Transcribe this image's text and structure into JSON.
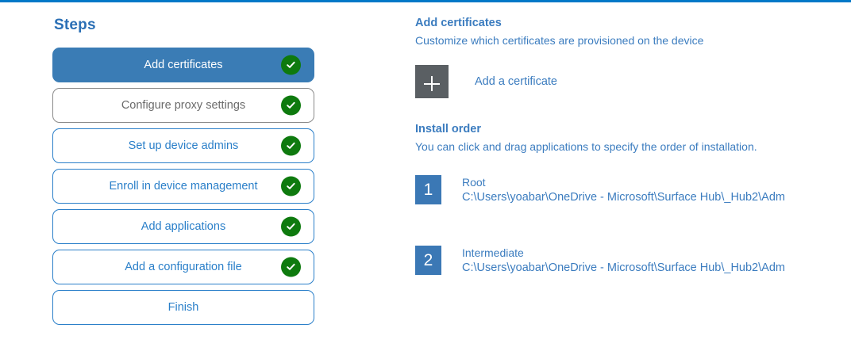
{
  "theme": {
    "accent_bar_color": "#0078c8",
    "active_step_color": "#3a7cb5",
    "link_blue": "#3b7cbf",
    "check_green": "#0e7a0e",
    "plus_tile_gray": "#5a5f63",
    "order_tile_blue": "#3b78b5"
  },
  "steps_panel": {
    "title": "Steps",
    "items": [
      {
        "label": "Add certificates",
        "state": "active",
        "completed": true
      },
      {
        "label": "Configure proxy settings",
        "state": "muted",
        "completed": true
      },
      {
        "label": "Set up device admins",
        "state": "default",
        "completed": true
      },
      {
        "label": "Enroll in device management",
        "state": "default",
        "completed": true
      },
      {
        "label": "Add applications",
        "state": "default",
        "completed": true
      },
      {
        "label": "Add a configuration file",
        "state": "default",
        "completed": true
      },
      {
        "label": "Finish",
        "state": "default",
        "completed": false
      }
    ]
  },
  "detail_panel": {
    "heading": "Add certificates",
    "subheading": "Customize which certificates are provisioned on the device",
    "add_certificate_label": "Add a certificate",
    "plus_icon": "plus-icon",
    "install_order": {
      "heading": "Install order",
      "subheading": "You can click and drag applications to specify the order of installation.",
      "items": [
        {
          "number": "1",
          "name": "Root",
          "path": "C:\\Users\\yoabar\\OneDrive - Microsoft\\Surface Hub\\_Hub2\\Adm"
        },
        {
          "number": "2",
          "name": "Intermediate",
          "path": "C:\\Users\\yoabar\\OneDrive - Microsoft\\Surface Hub\\_Hub2\\Adm"
        }
      ]
    }
  }
}
